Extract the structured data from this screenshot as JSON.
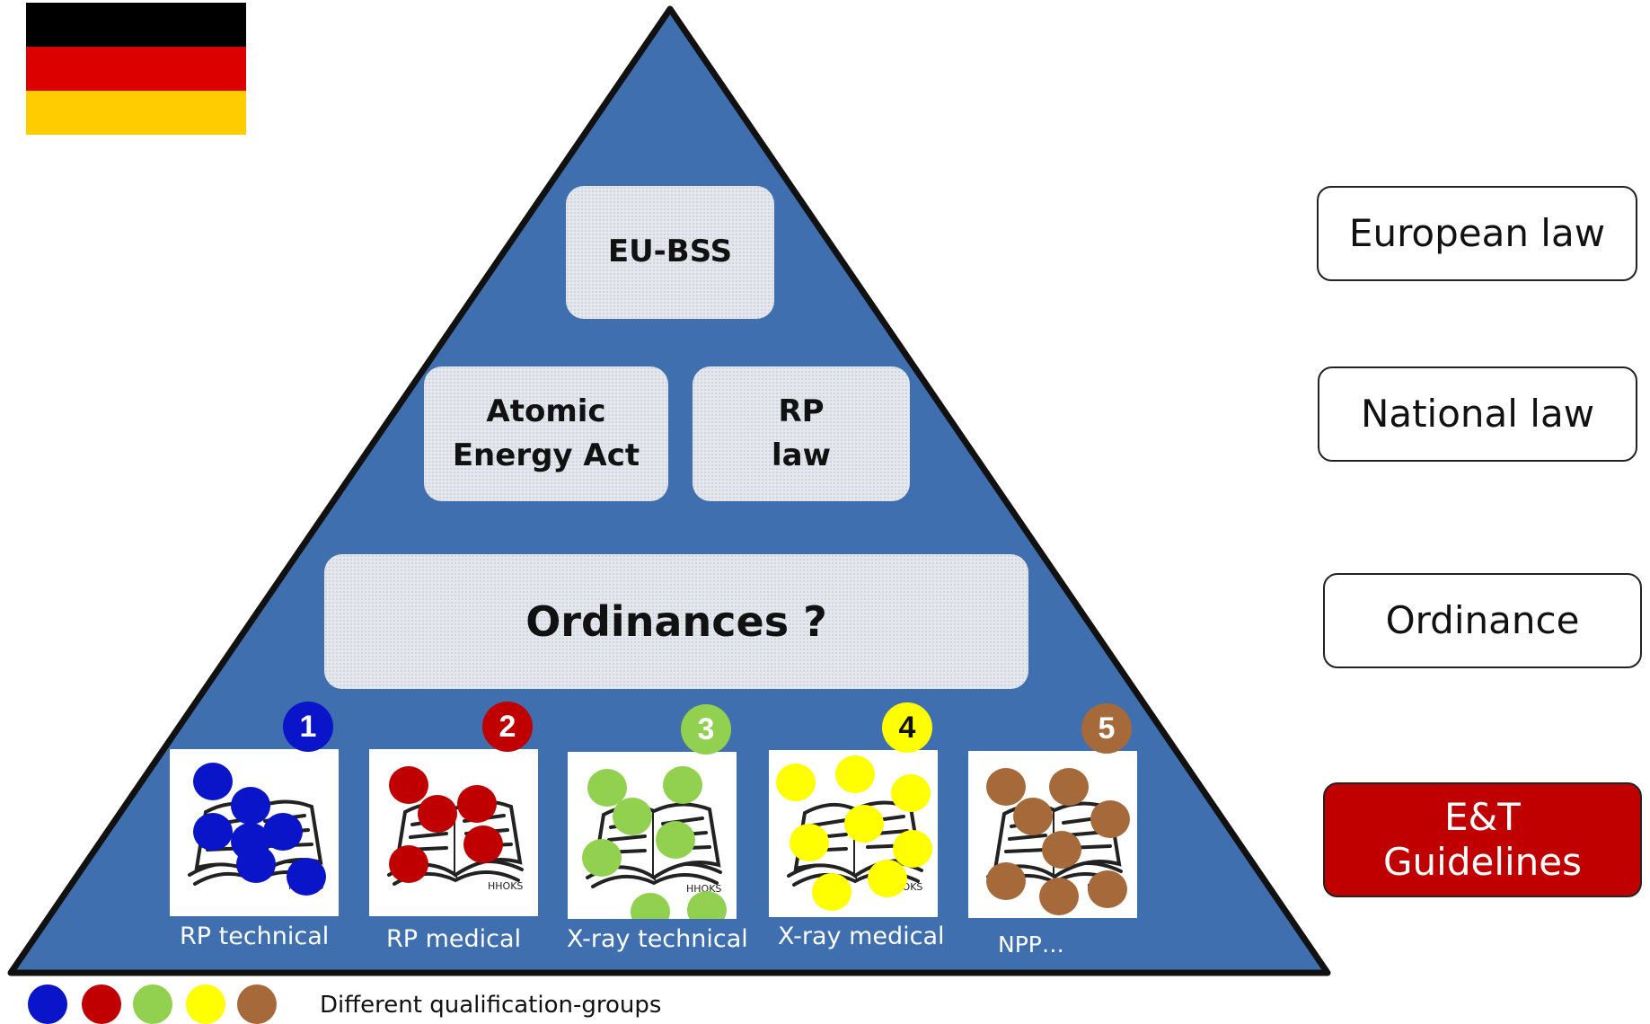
{
  "colors": {
    "pyramid_fill": "#3f6faf",
    "pyramid_stroke": "#111111",
    "highlight_box": "#c00000",
    "group_colors": [
      "#0a14c8",
      "#c00000",
      "#92d050",
      "#ffff00",
      "#a66a3a"
    ],
    "flag": [
      "#000000",
      "#dd0000",
      "#ffcc00"
    ]
  },
  "flag": {
    "icon": "germany-flag",
    "stripes": [
      "black",
      "red",
      "gold"
    ]
  },
  "pyramid": {
    "eu_box": "EU-BSS",
    "national_boxes": [
      {
        "line1": "Atomic",
        "line2": "Energy Act"
      },
      {
        "line1": "RP",
        "line2": "law"
      }
    ],
    "ordinance_box": "Ordinances ?",
    "groups": [
      {
        "number": "1",
        "caption": "RP technical",
        "color": "#0a14c8"
      },
      {
        "number": "2",
        "caption": "RP medical",
        "color": "#c00000"
      },
      {
        "number": "3",
        "caption": "X-ray technical",
        "color": "#92d050"
      },
      {
        "number": "4",
        "caption": "X-ray medical",
        "color": "#ffff00"
      },
      {
        "number": "5",
        "caption": "NPP…",
        "color": "#a66a3a"
      }
    ]
  },
  "levels": [
    {
      "label": "European law",
      "highlight": false
    },
    {
      "label": "National law",
      "highlight": false
    },
    {
      "label": "Ordinance",
      "highlight": false
    },
    {
      "label_line1": "E&T",
      "label_line2": "Guidelines",
      "highlight": true
    }
  ],
  "legend": {
    "text": "Different qualification-groups",
    "dot_colors": [
      "#0a14c8",
      "#c00000",
      "#92d050",
      "#ffff00",
      "#a66a3a"
    ]
  }
}
